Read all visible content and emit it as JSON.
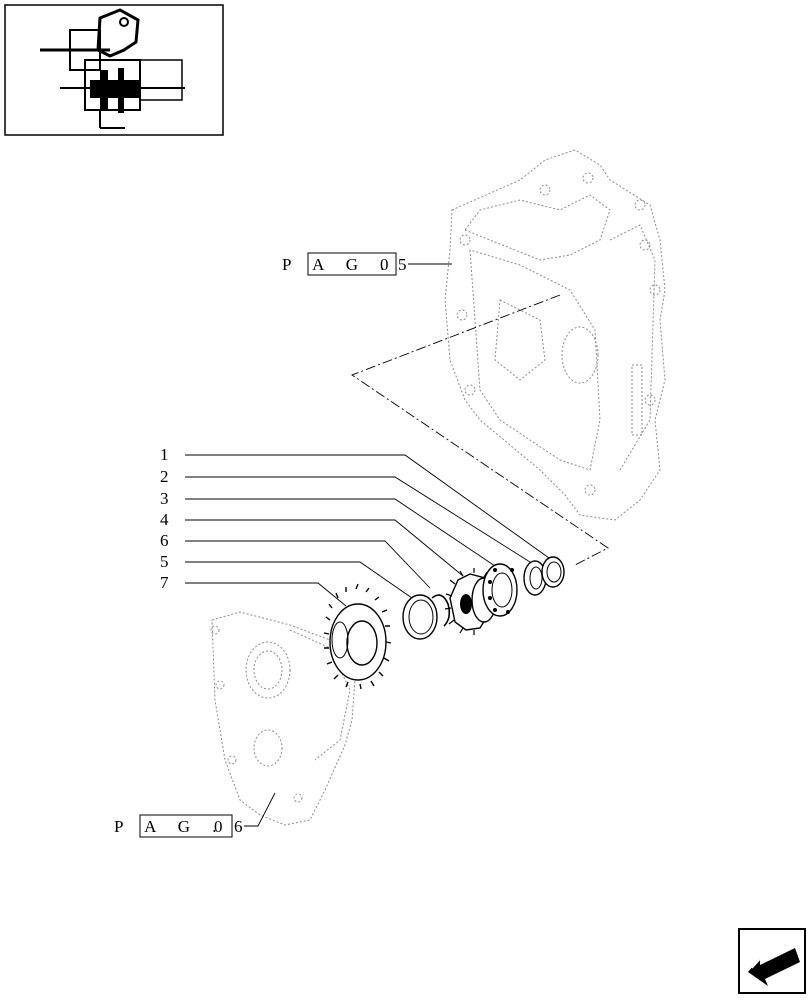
{
  "callouts": [
    "1",
    "2",
    "3",
    "4",
    "6",
    "5",
    "7"
  ],
  "page_refs": {
    "top": {
      "prefix": "P A G .",
      "number": "0",
      "suffix": "5"
    },
    "bottom": {
      "prefix": "P A G .",
      "number": "0",
      "suffix": "6"
    }
  },
  "icons": {
    "thumbnail": "gearbox-assembly-thumbnail",
    "nav": "previous-page-arrow-icon"
  }
}
